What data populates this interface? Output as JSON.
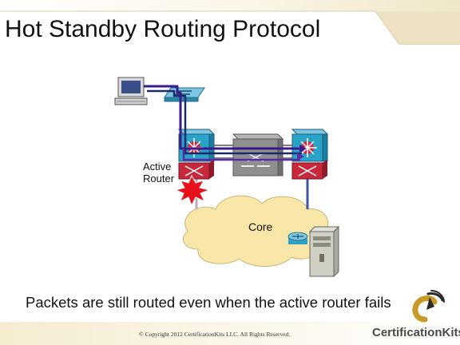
{
  "slide": {
    "title": "Hot Standby Routing Protocol",
    "caption": "Packets are still routed even when the active router fails",
    "copyright": "© Copyright 2012 CertificationKits LLC.  All Rights Reserved.",
    "brand": "CertificationKits"
  },
  "diagram": {
    "active_label_line1": "Active",
    "active_label_line2": "Router",
    "core_label": "Core"
  },
  "colors": {
    "path_purple": "#3b1a8c",
    "path_blue": "#1a2a6c",
    "cloud_fill": "#f8e7a8",
    "router_red": "#c8283c",
    "switch_blue": "#2aa3c8",
    "failure_red": "#e8101a"
  },
  "icons": [
    "workstation-icon",
    "workgroup-switch-icon",
    "multilayer-switch-icon",
    "core-switch-icon",
    "router-icon",
    "server-icon",
    "failure-burst-icon",
    "cloud-icon",
    "logo-icon"
  ]
}
